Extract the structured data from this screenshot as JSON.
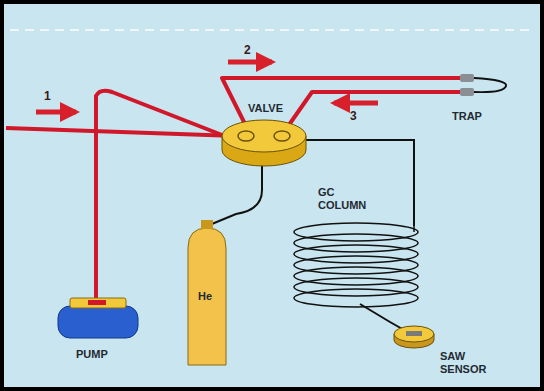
{
  "diagram": {
    "labels": [
      "1",
      "2",
      "3",
      "VALVE",
      "TRAP",
      "GC COLUMN",
      "SAW SENSOR",
      "PUMP",
      "He"
    ]
  }
}
